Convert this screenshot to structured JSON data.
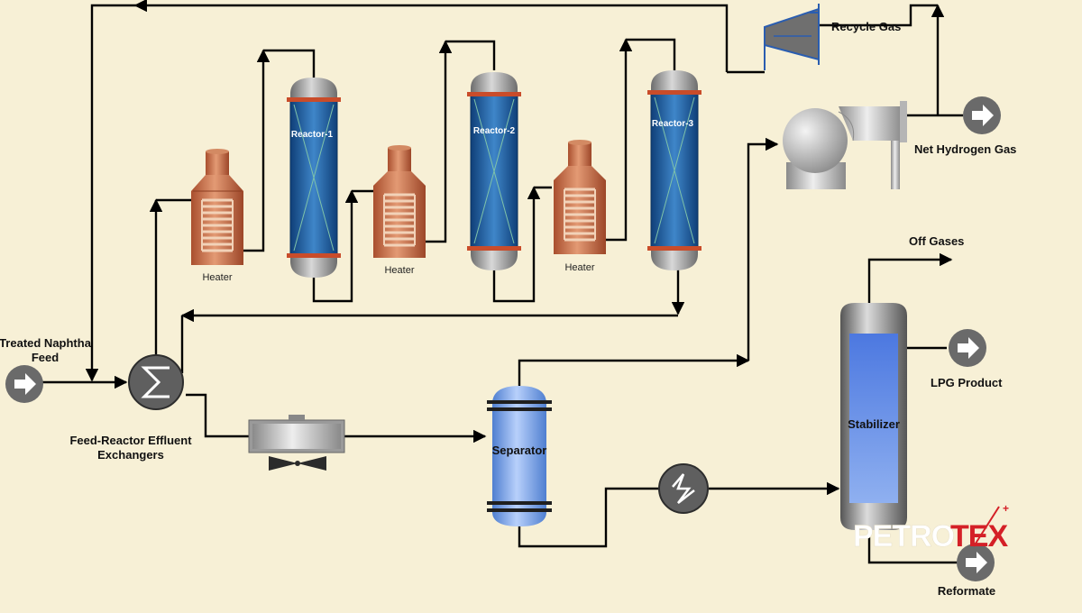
{
  "labels": {
    "feed": [
      "Treated Naphtha",
      "Feed"
    ],
    "exchangers": [
      "Feed-Reactor Effluent",
      "Exchangers"
    ],
    "heater1": "Heater",
    "heater2": "Heater",
    "heater3": "Heater",
    "reactor1": "Reactor-1",
    "reactor2": "Reactor-2",
    "reactor3": "Reactor-3",
    "recycle_gas": "Recycle Gas",
    "net_hydrogen": "Net Hydrogen Gas",
    "off_gases": "Off Gases",
    "lpg": "LPG Product",
    "stabilizer": "Stabilizer",
    "separator": "Separator",
    "reformate": "Reformate"
  },
  "logo": {
    "text_white": "PETRO",
    "text_red": "TEX",
    "mark": "+"
  },
  "colors": {
    "background": "#f7f0d6",
    "reactor_blue": "#1c5da0",
    "heater_copper": "#c06a45",
    "vessel_blue": "#6f9fe8",
    "logo_red": "#d42027"
  },
  "icons": [
    "arrow-right-icon",
    "heat-exchanger-icon",
    "fan-icon",
    "compressor-icon"
  ]
}
